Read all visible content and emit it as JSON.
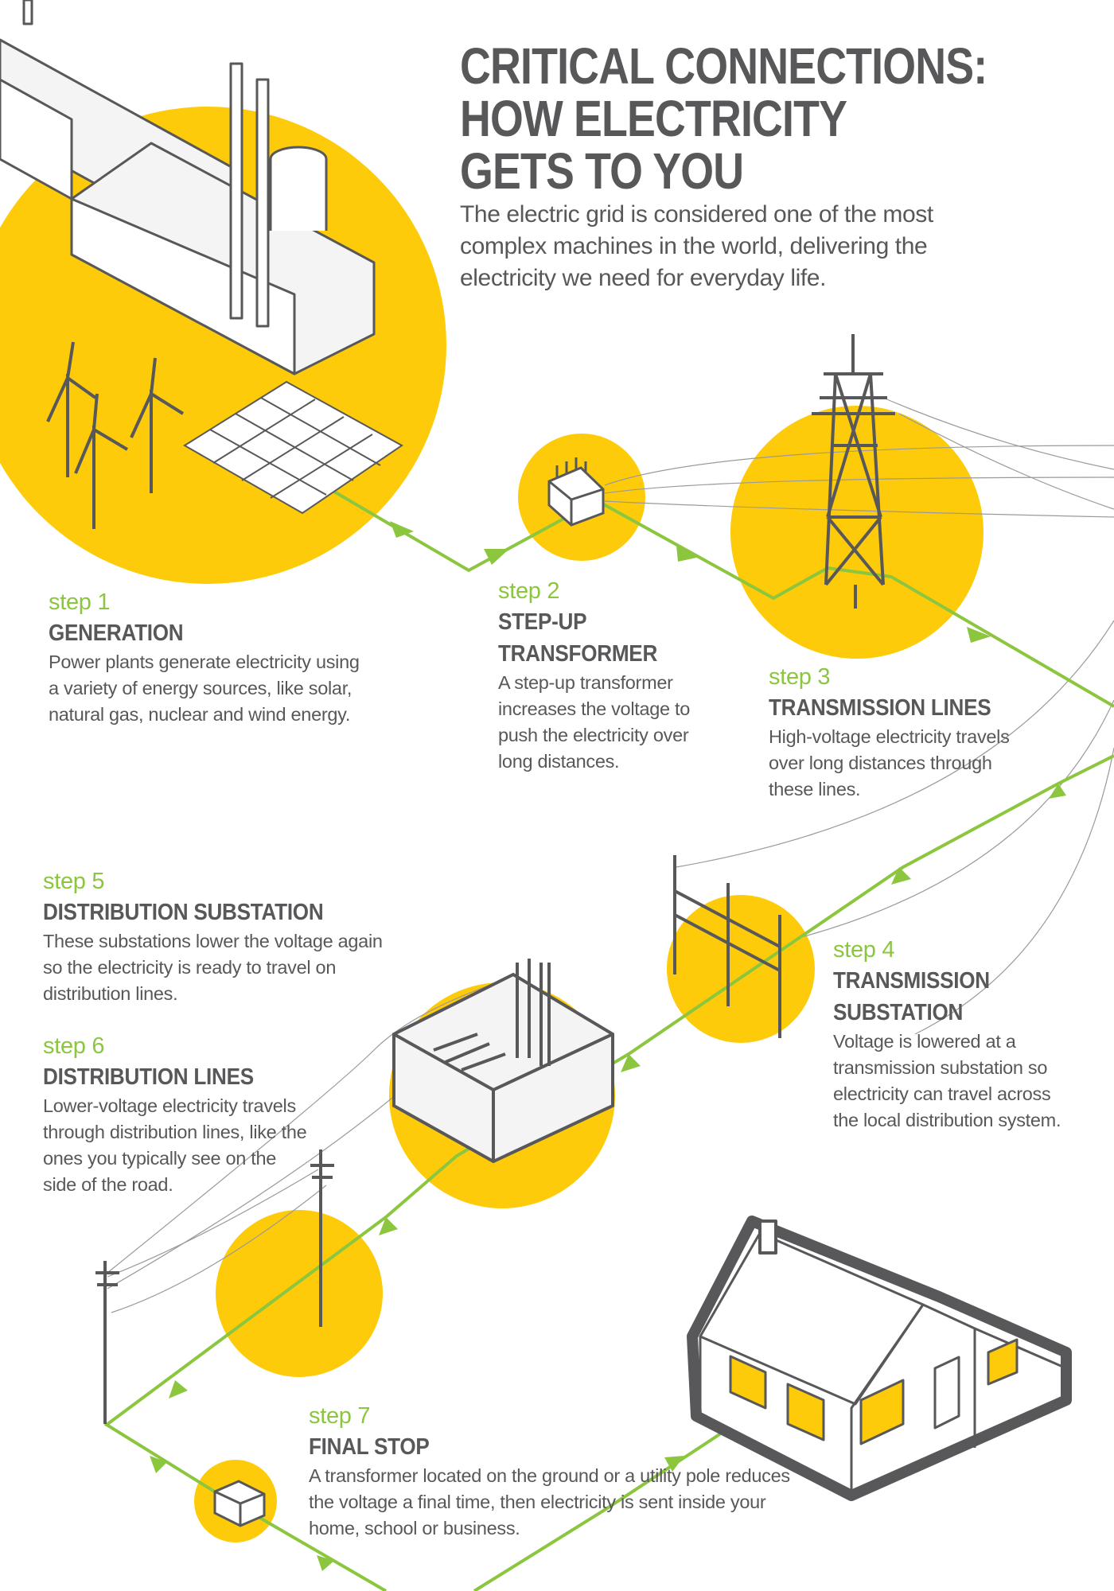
{
  "title_lines": [
    "CRITICAL CONNECTIONS:",
    "HOW ELECTRICITY",
    "GETS TO YOU"
  ],
  "subtitle": "The electric grid is considered one of the most complex machines in the world, delivering the electricity we need for everyday life.",
  "colors": {
    "yellow": "#fdcb0a",
    "green": "#8cc63f",
    "gray": "#58585a"
  },
  "steps": [
    {
      "num": "step 1",
      "heading": [
        "GENERATION"
      ],
      "body": "Power plants generate electricity using a variety of energy sources, like solar, natural gas, nuclear and wind energy."
    },
    {
      "num": "step 2",
      "heading": [
        "STEP-UP",
        "TRANSFORMER"
      ],
      "body": "A step-up transformer increases the voltage to push the electricity over long distances."
    },
    {
      "num": "step 3",
      "heading": [
        "TRANSMISSION LINES"
      ],
      "body": "High-voltage electricity travels over long distances through these lines."
    },
    {
      "num": "step 4",
      "heading": [
        "TRANSMISSION",
        "SUBSTATION"
      ],
      "body": "Voltage is lowered at a transmission substation so electricity can travel across the local distribution system."
    },
    {
      "num": "step 5",
      "heading": [
        "DISTRIBUTION SUBSTATION"
      ],
      "body": "These substations lower the voltage again so the electricity is ready to travel on distribution lines."
    },
    {
      "num": "step 6",
      "heading": [
        "DISTRIBUTION LINES"
      ],
      "body": "Lower-voltage electricity travels through distribution lines, like the ones you typically see on the side of the road."
    },
    {
      "num": "step 7",
      "heading": [
        "FINAL STOP"
      ],
      "body": "A transformer located on the ground or a utility pole reduces the voltage a final time, then electricity is sent inside your home, school or business."
    }
  ]
}
